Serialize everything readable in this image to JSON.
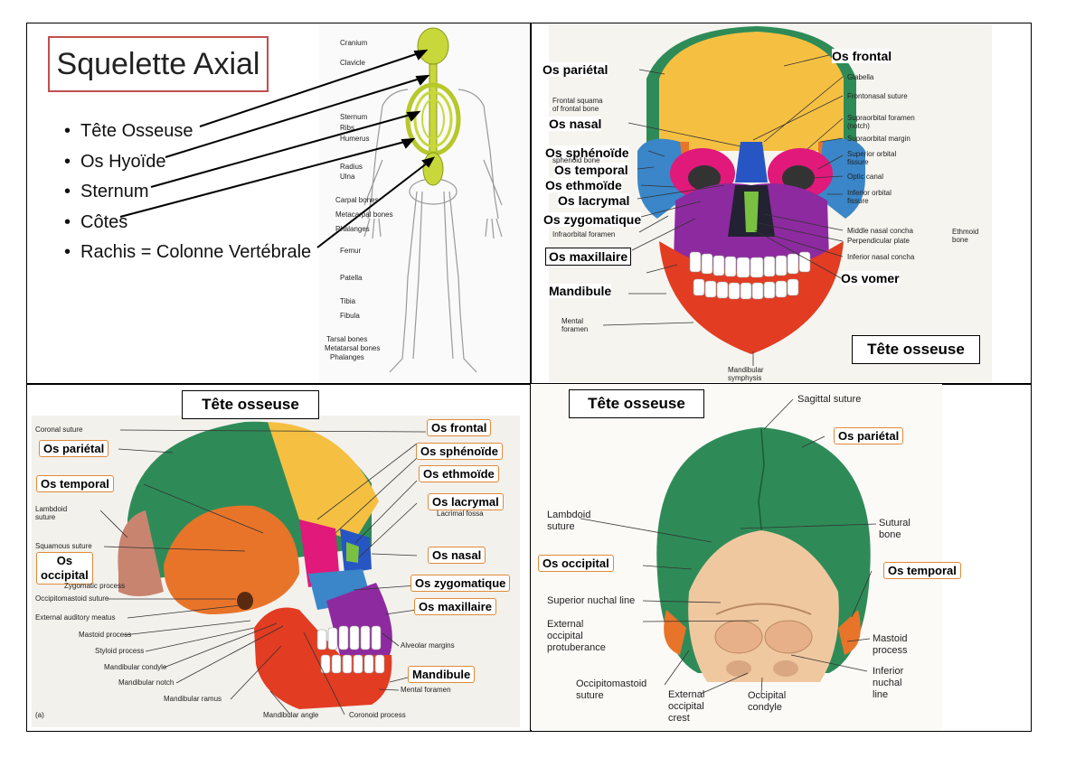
{
  "axial": {
    "title": "Squelette Axial",
    "bullets": [
      "Tête Osseuse",
      "Os Hyoïde",
      "Sternum",
      "Côtes",
      "Rachis = Colonne Vertébrale"
    ],
    "skeleton_labels": [
      "Cranium",
      "Clavicle",
      "Sternum",
      "Ribs",
      "Humerus",
      "Radius",
      "Ulna",
      "Carpal bones",
      "Metacarpal bones",
      "Phalanges",
      "Femur",
      "Patella",
      "Tibia",
      "Fibula",
      "Tarsal bones",
      "Metatarsal bones",
      "Phalanges"
    ]
  },
  "anterior": {
    "title": "Tête osseuse",
    "bold_labels": {
      "frontal": "Os frontal",
      "parietal": "Os pariétal",
      "nasal": "Os nasal",
      "sphenoide": "Os sphénoïde",
      "temporal": "Os temporal",
      "ethmoide": "Os ethmoïde",
      "lacrymal": "Os lacrymal",
      "zygomatique": "Os zygomatique",
      "maxillaire": "Os maxillaire",
      "mandibule": "Mandibule",
      "vomer": "Os vomer"
    },
    "small_labels": {
      "glabella": "Glabella",
      "frontonasal": "Frontonasal suture",
      "supraorbital_foramen": "Supraorbital foramen",
      "notch": "(notch)",
      "supraorbital_margin": "Supraorbital margin",
      "superior_orbital": "Superior orbital",
      "fissure": "fissure",
      "optic_canal": "Optic canal",
      "inferior_orbital": "Inferior orbital",
      "fissure2": "fissure",
      "middle_nasal": "Middle nasal concha",
      "perpendicular": "Perpendicular plate",
      "ethmoid": "Ethmoid",
      "bone": "bone",
      "inferior_nasal": "Inferior nasal concha",
      "frontal_squama": "Frontal squama",
      "of_frontal_bone": "of frontal bone",
      "sphenoid_bone": "sphenoid bone",
      "infraorbital": "Infraorbital foramen",
      "mental": "Mental",
      "foramen": "foramen",
      "mandibular": "Mandibular",
      "symphysis": "symphysis"
    }
  },
  "lateral": {
    "title": "Tête osseuse",
    "boxes": {
      "frontal": "Os frontal",
      "parietal": "Os pariétal",
      "sphenoide": "Os sphénoïde",
      "temporal": "Os temporal",
      "ethmoide": "Os ethmoïde",
      "lacrymal": "Os lacrymal",
      "nasal": "Os nasal",
      "occipital1": "Os",
      "occipital2": "occipital",
      "zygomatique": "Os zygomatique",
      "maxillaire": "Os maxillaire",
      "mandibule": "Mandibule"
    },
    "small_labels": {
      "coronal": "Coronal suture",
      "lambdoid1": "Lambdoid",
      "lambdoid2": "suture",
      "squamous": "Squamous suture",
      "occipitomastoid": "Occipitomastoid suture",
      "external_auditory": "External auditory meatus",
      "mastoid": "Mastoid process",
      "styloid": "Styloid process",
      "mandibular_condyle": "Mandibular condyle",
      "mandibular_notch": "Mandibular notch",
      "mandibular_ramus": "Mandibular ramus",
      "mandibular_angle": "Mandibular angle",
      "coronoid": "Coronoid process",
      "alveolar": "Alveolar margins",
      "mental_foramen": "Mental foramen",
      "lacrimal_fossa": "Lacrimal fossa",
      "zygomatic_process": "Zygomatic process",
      "fig": "(a)"
    }
  },
  "posterior": {
    "title": "Tête osseuse",
    "boxes": {
      "parietal": "Os pariétal",
      "occipital": "Os occipital",
      "temporal": "Os temporal"
    },
    "labels": {
      "sagittal": "Sagittal suture",
      "lambdoid1": "Lambdoid",
      "lambdoid2": "suture",
      "sutural1": "Sutural",
      "sutural2": "bone",
      "superior_nuchal": "Superior nuchal line",
      "ext_occ1": "External",
      "ext_occ2": "occipital",
      "ext_occ3": "protuberance",
      "mastoid1": "Mastoid",
      "mastoid2": "process",
      "inferior_nuchal1": "Inferior",
      "inferior_nuchal2": "nuchal",
      "inferior_nuchal3": "line",
      "occipitomastoid1": "Occipitomastoid",
      "occipitomastoid2": "suture",
      "ext_crest1": "External",
      "ext_crest2": "occipital",
      "ext_crest3": "crest",
      "condyle1": "Occipital",
      "condyle2": "condyle"
    }
  },
  "colors": {
    "frontal": "#f5c042",
    "parietal": "#2e8b57",
    "temporal": "#e8742a",
    "sphenoid": "#e0197a",
    "zygomatic": "#3a86c8",
    "maxilla": "#8e2aa0",
    "mandible": "#e23c22",
    "nasal": "#2855c4",
    "occipital": "#f0c8a0",
    "ethmoid": "#7ac142",
    "lacrimal": "#b9e04a",
    "axial_bone": "#c8d83a",
    "box_orange": "#e08a3a"
  }
}
